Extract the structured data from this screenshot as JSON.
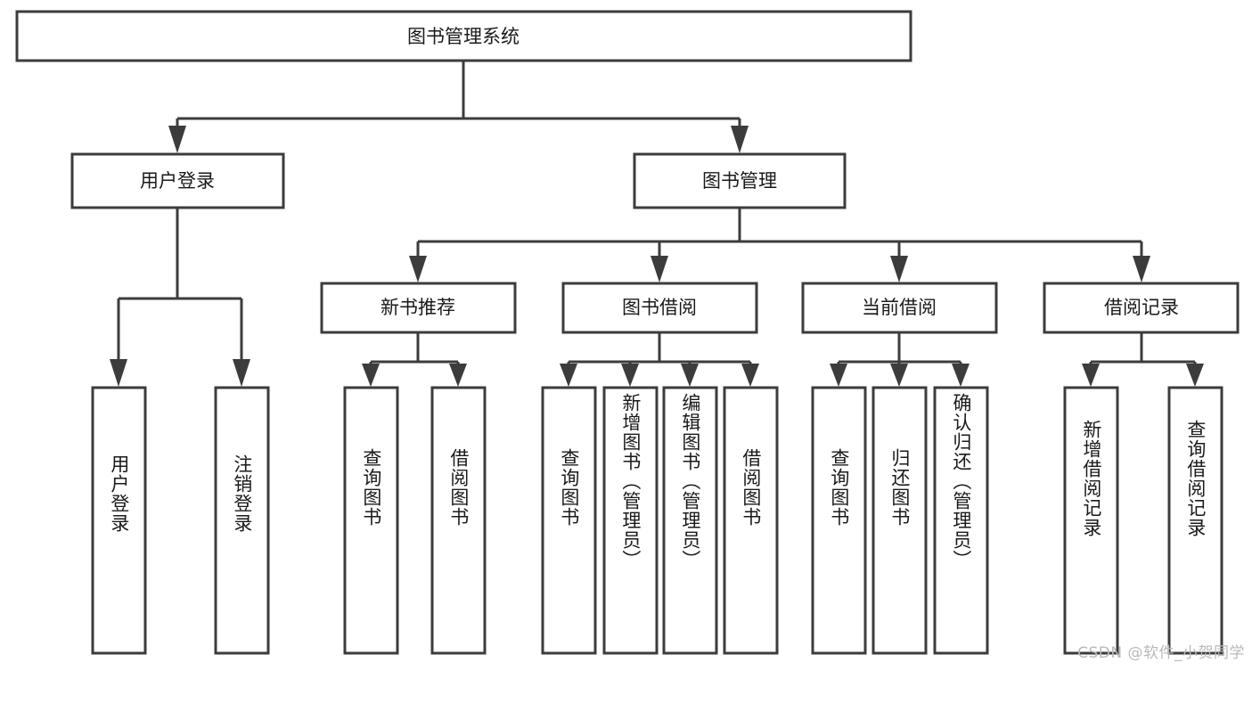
{
  "diagram": {
    "title": "图书管理系统",
    "type": "tree-hierarchy",
    "watermark": "CSDN @软件_小贺同学",
    "colors": {
      "box_stroke": "#3c3c3c",
      "box_fill": "#ffffff",
      "text": "#1a1a1a",
      "connector": "#3c3c3c",
      "watermark": "#b9b9b9",
      "background": "#ffffff"
    },
    "root": {
      "label": "图书管理系统"
    },
    "level2": [
      {
        "label": "用户登录"
      },
      {
        "label": "图书管理"
      }
    ],
    "level3": [
      {
        "label": "新书推荐"
      },
      {
        "label": "图书借阅"
      },
      {
        "label": "当前借阅"
      },
      {
        "label": "借阅记录"
      }
    ],
    "leaves": {
      "user_login": [
        {
          "label": "用户登录"
        },
        {
          "label": "注销登录"
        }
      ],
      "new_book_recommend": [
        {
          "label": "查询图书"
        },
        {
          "label": "借阅图书"
        }
      ],
      "book_borrow": [
        {
          "label": "查询图书"
        },
        {
          "label": "新增图书（管理员）"
        },
        {
          "label": "编辑图书（管理员）"
        },
        {
          "label": "借阅图书"
        }
      ],
      "current_borrow": [
        {
          "label": "查询图书"
        },
        {
          "label": "归还图书"
        },
        {
          "label": "确认归还（管理员）"
        }
      ],
      "borrow_record": [
        {
          "label": "新增借阅记录"
        },
        {
          "label": "查询借阅记录"
        }
      ]
    }
  }
}
